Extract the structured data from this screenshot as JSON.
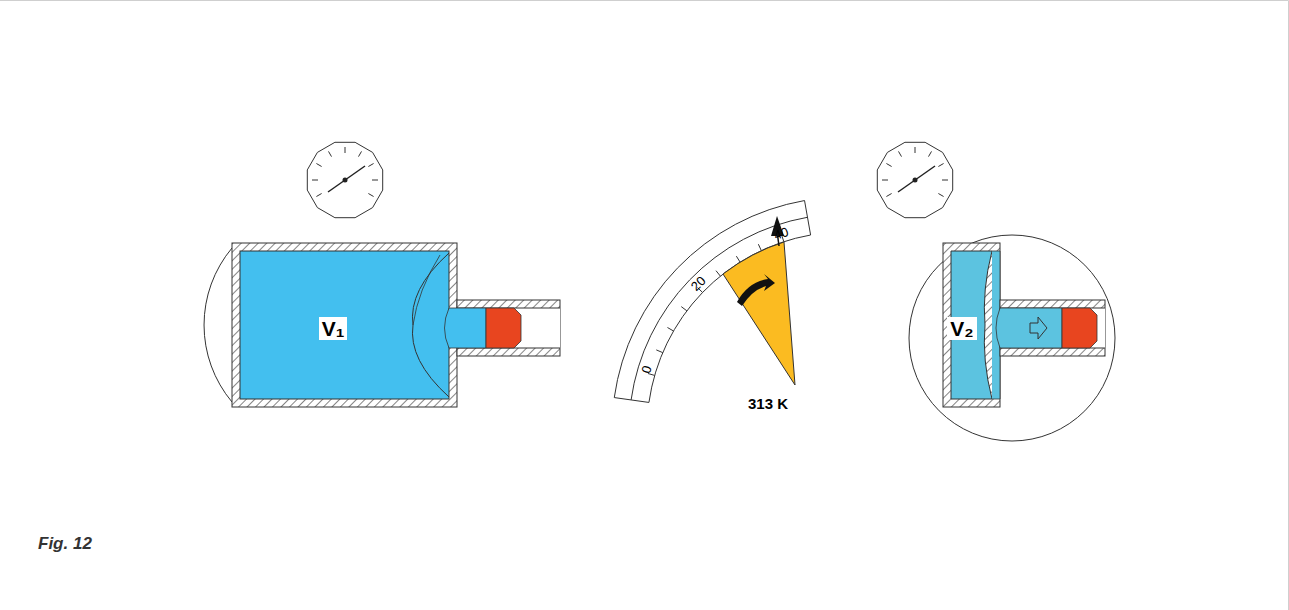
{
  "diagram": {
    "caption": "Fig. 12",
    "labels": [
      "V₁",
      "V₂",
      "0",
      "20",
      "40",
      "313 K"
    ]
  }
}
